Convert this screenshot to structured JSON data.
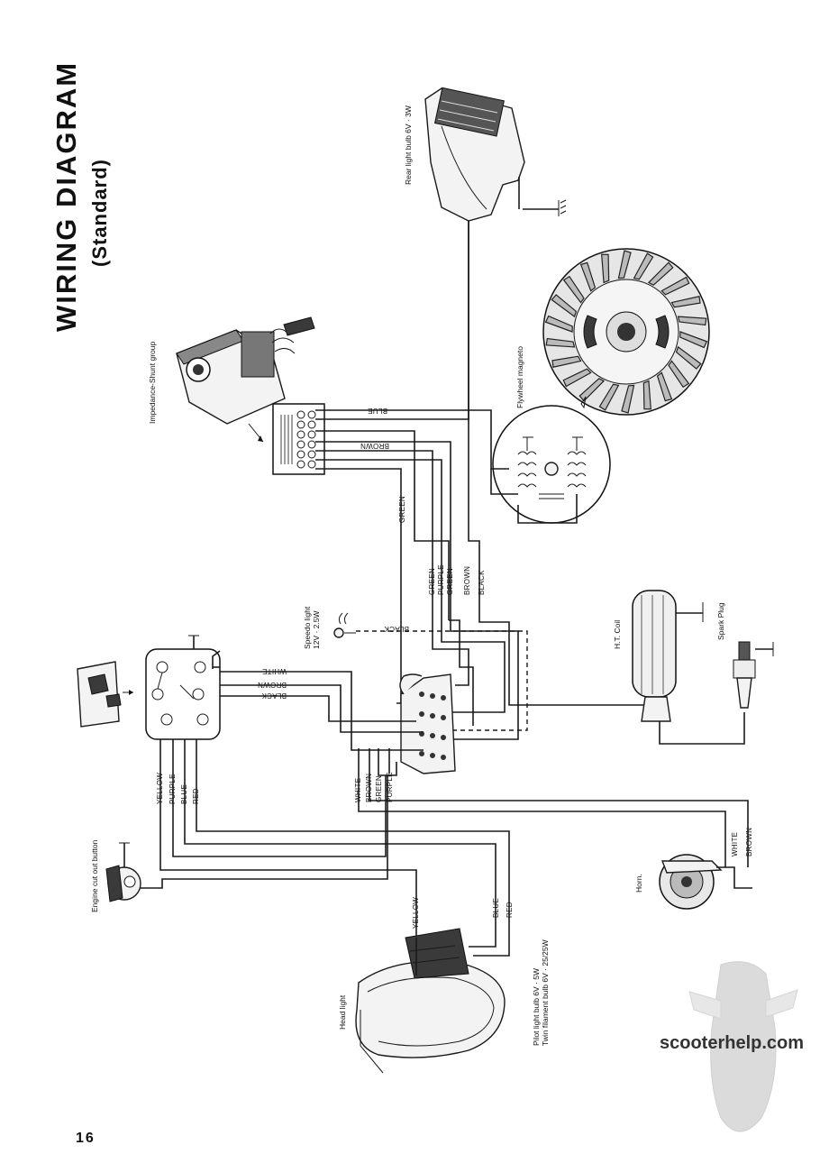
{
  "title": "WIRING DIAGRAM",
  "subtitle": "(Standard)",
  "page_number": "16",
  "watermark": "scooterhelp.com",
  "labels": {
    "rear_light": "Rear light bulb 6V · 3W",
    "impedance": "Impedance-Shunt group",
    "flywheel": "Flywheel magneto",
    "speedo_1": "Speedo light",
    "speedo_2": "12V · 2.5W",
    "ht_coil": "H.T. Coil",
    "spark_plug": "Spark Plug",
    "engine_cut": "Engine cut out button",
    "horn": "Horn.",
    "head_light": "Head light",
    "pilot_1": "Pilot light bulb 6V · 5W",
    "pilot_2": "Twin filament bulb 6V · 25/25W"
  },
  "wires": {
    "blue_top": "BLUE",
    "brown_top": "BROWN",
    "green_left": "GREEN",
    "bundle": [
      "GREEN",
      "PURPLE",
      "GREEN",
      "BROWN",
      "BLACK"
    ],
    "black_speedo": "BLACK",
    "switch": [
      "WHITE",
      "BROWN",
      "BLACK"
    ],
    "left_bundle": [
      "YELLOW",
      "PURPLE",
      "BLUE",
      "RED"
    ],
    "mid_bundle": [
      "WHITE",
      "BROWN",
      "GREEN",
      "PURPLE"
    ],
    "horn": [
      "WHITE",
      "BROWN"
    ],
    "headlight": [
      "YELLOW",
      "BLUE",
      "RED"
    ]
  }
}
